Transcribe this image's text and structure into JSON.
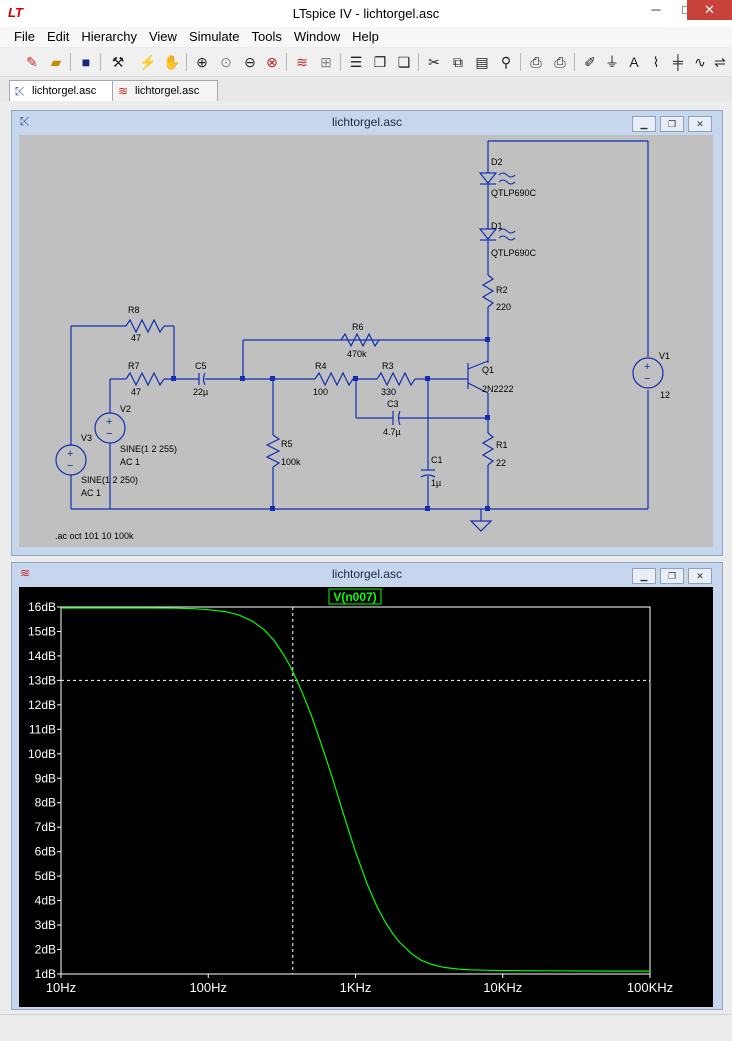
{
  "window": {
    "title": "LTspice IV - lichtorgel.asc",
    "minimize": "─",
    "maximize": "□",
    "close": "✕",
    "logo": "LT"
  },
  "menu": [
    "File",
    "Edit",
    "Hierarchy",
    "View",
    "Simulate",
    "Tools",
    "Window",
    "Help"
  ],
  "toolbar_icons": [
    "new-schematic-icon",
    "open-icon",
    "save-icon",
    "control-panel-icon",
    "run-icon",
    "halt-icon",
    "zoom-in-icon",
    "zoom-out-icon",
    "zoom-fit-icon",
    "zoom-cancel-icon",
    "waveform-icon",
    "autorange-icon",
    "tile-horizontal-icon",
    "cascade-icon",
    "tile-vertical-icon",
    "cut-icon",
    "copy-icon",
    "paste-icon",
    "find-icon",
    "print-setup-icon",
    "print-icon",
    "label-icon",
    "ground-icon",
    "text-icon",
    "resistor-icon",
    "capacitor-icon",
    "inductor-icon",
    "diode-icon",
    "component-icon",
    "move-icon",
    "drag-icon"
  ],
  "tabs": [
    {
      "label": "lichtorgel.asc",
      "icon": "schematic-icon"
    },
    {
      "label": "lichtorgel.asc",
      "icon": "waveform-icon"
    }
  ],
  "schematic_window": {
    "title": "lichtorgel.asc",
    "directive": ".ac oct 101 10 100k",
    "components": [
      {
        "ref": "R8",
        "value": "47"
      },
      {
        "ref": "R7",
        "value": "47"
      },
      {
        "ref": "C5",
        "value": "22µ"
      },
      {
        "ref": "R6",
        "value": "470k"
      },
      {
        "ref": "R4",
        "value": "100"
      },
      {
        "ref": "R3",
        "value": "330"
      },
      {
        "ref": "C3",
        "value": "4.7µ"
      },
      {
        "ref": "R5",
        "value": "100k"
      },
      {
        "ref": "C1",
        "value": "1µ"
      },
      {
        "ref": "Q1",
        "value": "2N2222"
      },
      {
        "ref": "R1",
        "value": "22"
      },
      {
        "ref": "R2",
        "value": "220"
      },
      {
        "ref": "D2",
        "value": "QTLP690C"
      },
      {
        "ref": "D1",
        "value": "QTLP690C"
      },
      {
        "ref": "V1",
        "value": "12"
      },
      {
        "ref": "V2",
        "value": "SINE(1 2 255)",
        "ac": "AC 1"
      },
      {
        "ref": "V3",
        "value": "SINE(1 2 250)",
        "ac": "AC 1"
      }
    ]
  },
  "plot_window": {
    "title": "lichtorgel.asc",
    "trace_label": "V(n007)",
    "colors": {
      "background": "#000000",
      "trace": "#00ff00",
      "grid": "#ffffff",
      "axis_text": "#ffffff"
    }
  },
  "chart_data": {
    "type": "line",
    "x_scale": "log",
    "xlim": [
      10,
      100000
    ],
    "ylim": [
      1,
      16
    ],
    "x_ticks": [
      "10Hz",
      "100Hz",
      "1KHz",
      "10KHz",
      "100KHz"
    ],
    "y_ticks": [
      "16dB",
      "15dB",
      "14dB",
      "13dB",
      "12dB",
      "11dB",
      "10dB",
      "9dB",
      "8dB",
      "7dB",
      "6dB",
      "5dB",
      "4dB",
      "3dB",
      "2dB",
      "1dB"
    ],
    "cursor": {
      "x": 375,
      "y": 13
    },
    "series": [
      {
        "name": "V(n007)",
        "x": [
          10,
          20,
          40,
          60,
          80,
          100,
          130,
          160,
          200,
          240,
          280,
          320,
          360,
          400,
          450,
          500,
          560,
          630,
          700,
          800,
          900,
          1000,
          1200,
          1400,
          1600,
          1800,
          2000,
          2400,
          2800,
          3200,
          3600,
          4000,
          5000,
          6000,
          8000,
          10000,
          20000,
          50000,
          100000
        ],
        "values": [
          15.96,
          15.96,
          15.96,
          15.95,
          15.93,
          15.89,
          15.81,
          15.68,
          15.42,
          15.07,
          14.63,
          14.12,
          13.58,
          13.0,
          12.29,
          11.58,
          10.74,
          9.82,
          8.97,
          7.84,
          6.85,
          6.0,
          4.68,
          3.75,
          3.1,
          2.63,
          2.29,
          1.83,
          1.56,
          1.42,
          1.33,
          1.27,
          1.2,
          1.17,
          1.15,
          1.14,
          1.13,
          1.12,
          1.12
        ]
      }
    ]
  }
}
